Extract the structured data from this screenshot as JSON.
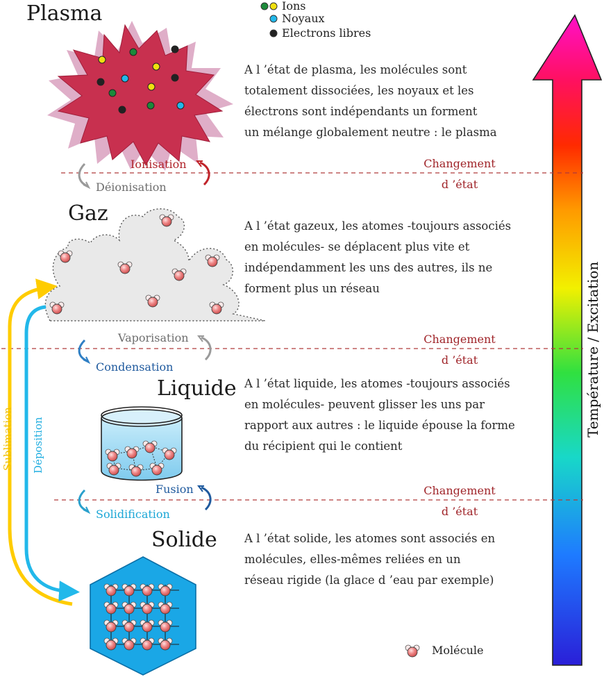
{
  "legend": {
    "ions": "Ions",
    "noyaux": "Noyaux",
    "electrons": "Electrons libres",
    "molecule": "Molécule"
  },
  "states": {
    "plasma": {
      "title": "Plasma",
      "lines": [
        "A l ’état de plasma, les molécules sont",
        "totalement dissociées, les noyaux et les",
        "électrons sont indépendants un forment",
        "un mélange globalement neutre : le plasma"
      ]
    },
    "gaz": {
      "title": "Gaz",
      "lines": [
        "A l ’état gazeux, les atomes -toujours associés",
        "en molécules- se déplacent plus vite et",
        "indépendamment les uns des autres, ils ne",
        "forment plus un réseau"
      ]
    },
    "liquide": {
      "title": "Liquide",
      "lines": [
        "A l ’état liquide, les atomes -toujours associés",
        "en molécules- peuvent glisser les uns par",
        "rapport aux autres : le liquide épouse la forme",
        "du récipient qui le contient"
      ]
    },
    "solide": {
      "title": "Solide",
      "lines": [
        "A l ’état solide, les atomes sont associés en",
        "molécules, elles-mêmes reliées en un",
        "réseau rigide  (la glace d ’eau par exemple)"
      ]
    }
  },
  "transitions": {
    "ionisation": "Ionisation",
    "deionisation": "Déionisation",
    "vaporisation": "Vaporisation",
    "condensation": "Condensation",
    "fusion": "Fusion",
    "solidification": "Solidification",
    "sublimation": "Sublimation",
    "deposition": "Déposition"
  },
  "change_label": {
    "line1": "Changement",
    "line2": "d ’état"
  },
  "temperature_axis": "Température / Excitation",
  "colors": {
    "plasma": "#c8304f",
    "change_line": "#b03a3a",
    "sublimation": "#ffcc00",
    "deposition": "#22b8ea",
    "crystal": "#1aa7e6",
    "water": "#9fd8f2"
  }
}
